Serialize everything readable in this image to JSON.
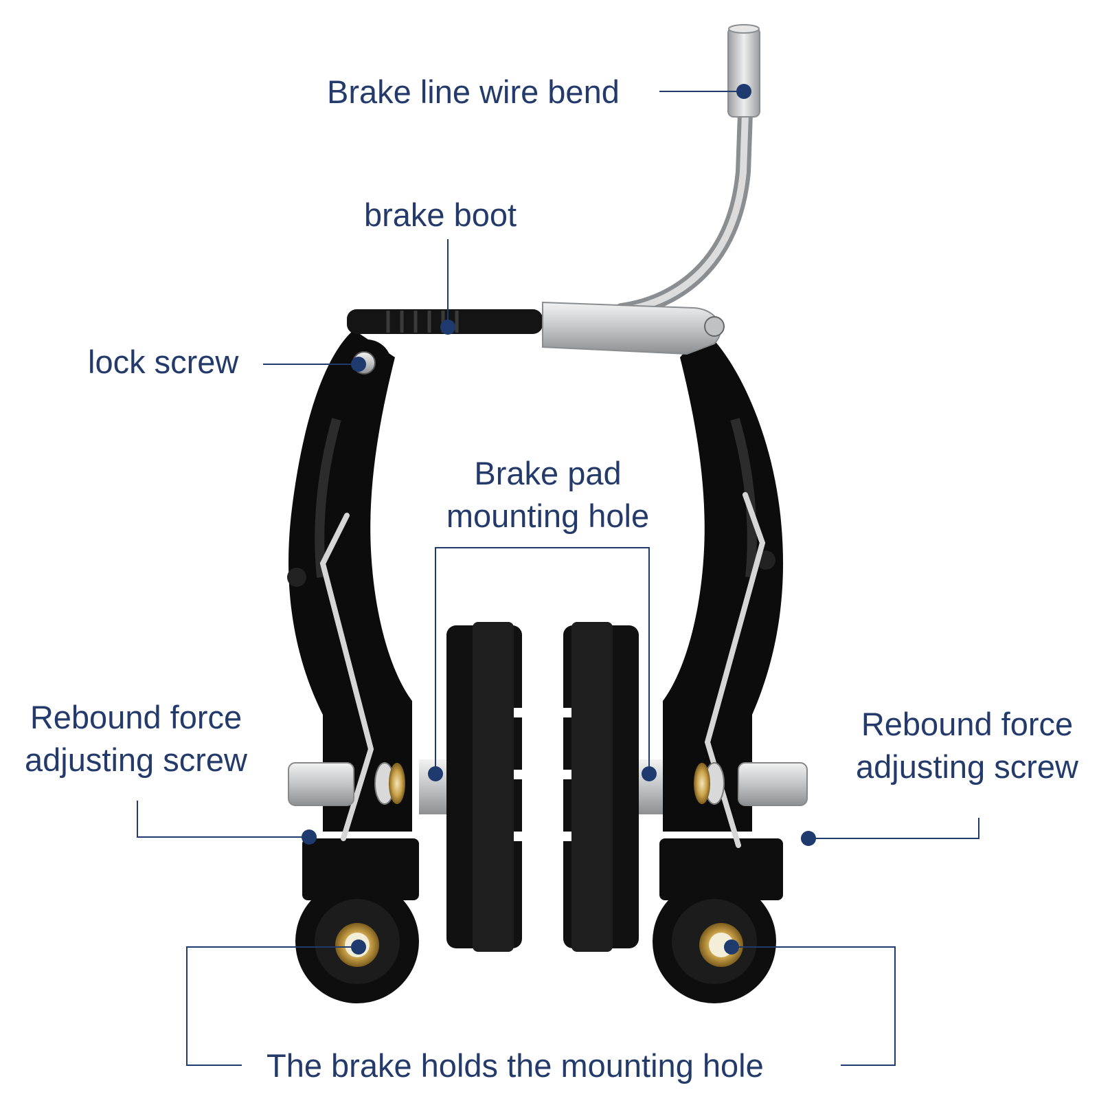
{
  "labels": {
    "brake_line_wire_bend": "Brake line wire bend",
    "brake_boot": "brake boot",
    "lock_screw": "lock screw",
    "brake_pad_mounting_hole": [
      "Brake pad",
      "mounting hole"
    ],
    "rebound_left": [
      "Rebound force",
      "adjusting screw"
    ],
    "rebound_right": [
      "Rebound force",
      "adjusting screw"
    ],
    "brake_holds_mounting_hole": "The brake holds the mounting hole"
  },
  "colors": {
    "label_text": "#233a6b",
    "marker_dot": "#1e3a6e",
    "leader_line": "#1e3a6e",
    "brake_arm": "#0c0c0c",
    "metal": "#c9cbcd",
    "brass": "#b8913c"
  }
}
